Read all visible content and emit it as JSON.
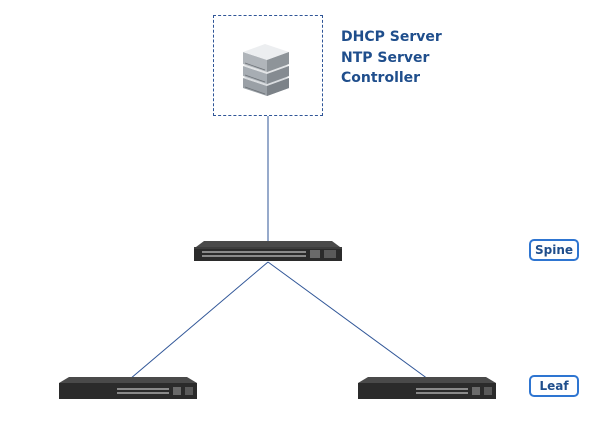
{
  "server": {
    "roles": [
      "DHCP Server",
      "NTP Server",
      "Controller"
    ],
    "icon": "server-stack-icon"
  },
  "badges": {
    "spine": "Spine",
    "leaf": "Leaf"
  },
  "colors": {
    "link": "#2f5597",
    "text": "#1f4e8c",
    "badge_border": "#2e75d1",
    "switch_body": "#2b2b2b"
  }
}
